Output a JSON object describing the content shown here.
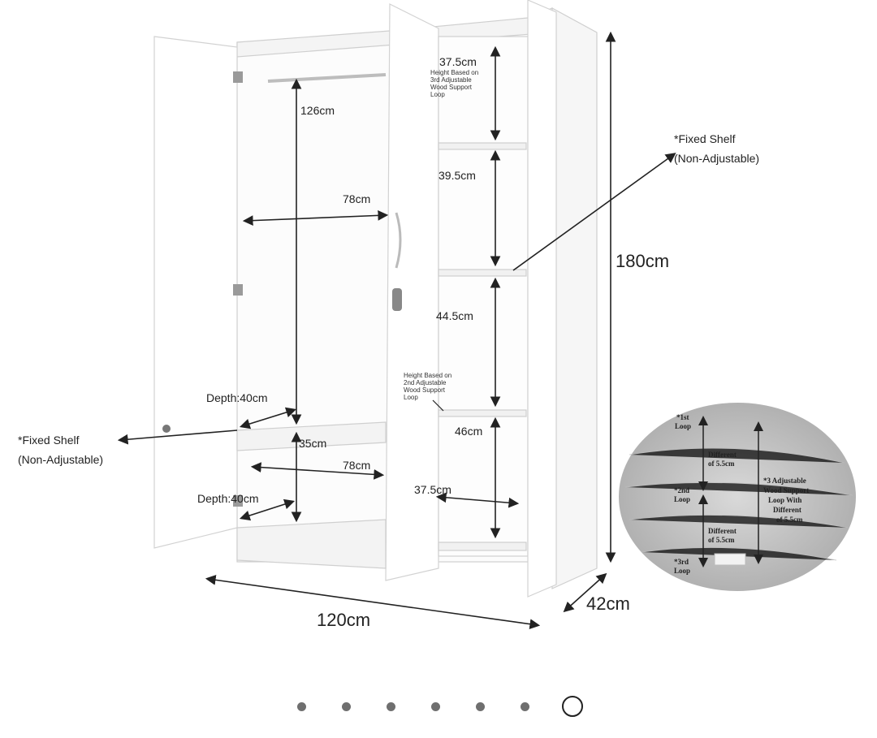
{
  "product_image": {
    "top_fixed_shelf_label": [
      "*Fixed Shelf",
      "(Non-Adjustable)"
    ],
    "bottom_fixed_shelf_label": [
      "*Fixed Shelf",
      "(Non-Adjustable)"
    ],
    "dimensions": {
      "hanging_height": "126cm",
      "inner_width_top": "78cm",
      "depth_top": "Depth:40cm",
      "bottom_height": "35cm",
      "inner_width_bottom": "78cm",
      "depth_bottom": "Depth:40cm",
      "shelf_1": "37.5cm",
      "shelf_2": "39.5cm",
      "shelf_3": "44.5cm",
      "shelf_4": "46cm",
      "shelf_width": "37.5cm",
      "total_height": "180cm",
      "total_width": "120cm",
      "total_depth": "42cm"
    },
    "notes": {
      "note_3rd": [
        "Height Based on",
        "3rd Adjustable",
        "Wood Support",
        "Loop"
      ],
      "note_2nd": [
        "Height Based on",
        "2nd Adjustable",
        "Wood Support",
        "Loop"
      ]
    },
    "inset": {
      "loop_1": [
        "*1st",
        "Loop"
      ],
      "loop_2": [
        "*2nd",
        "Loop"
      ],
      "loop_3": [
        "*3rd",
        "Loop"
      ],
      "diff_1": [
        "Different",
        "of 5.5cm"
      ],
      "diff_2": [
        "Different",
        "of 5.5cm"
      ],
      "summary": [
        "*3 Adjustable",
        "Wood Support",
        "Loop With",
        "Different",
        "of 5.5cm"
      ]
    }
  },
  "carousel": {
    "total": 7,
    "active_index": 6
  }
}
